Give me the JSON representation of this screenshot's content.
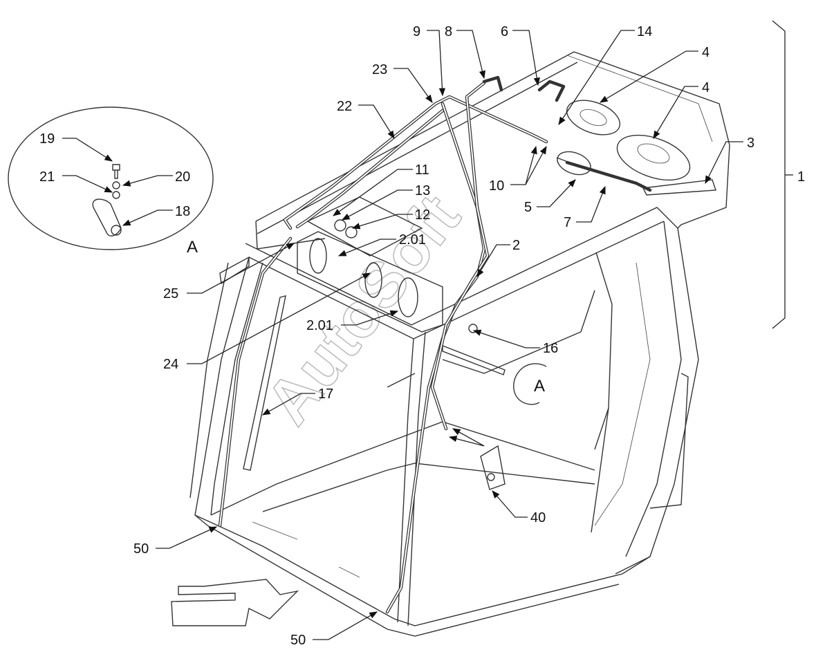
{
  "diagram": {
    "watermark": "AutoSoft",
    "detail_label": "A",
    "view_label": "A",
    "bracket_label": "1",
    "labels": {
      "n9": "9",
      "n8": "8",
      "n6": "6",
      "n14": "14",
      "n4a": "4",
      "n4b": "4",
      "n23": "23",
      "n22": "22",
      "n3": "3",
      "n11": "11",
      "n13": "13",
      "n12": "12",
      "n10": "10",
      "n5": "5",
      "n7": "7",
      "n201a": "2.01",
      "n2": "2",
      "n25": "25",
      "n24": "24",
      "n201b": "2.01",
      "n16": "16",
      "n17": "17",
      "n40": "40",
      "n50a": "50",
      "n50b": "50",
      "n19": "19",
      "n21": "21",
      "n20": "20",
      "n18": "18"
    }
  }
}
